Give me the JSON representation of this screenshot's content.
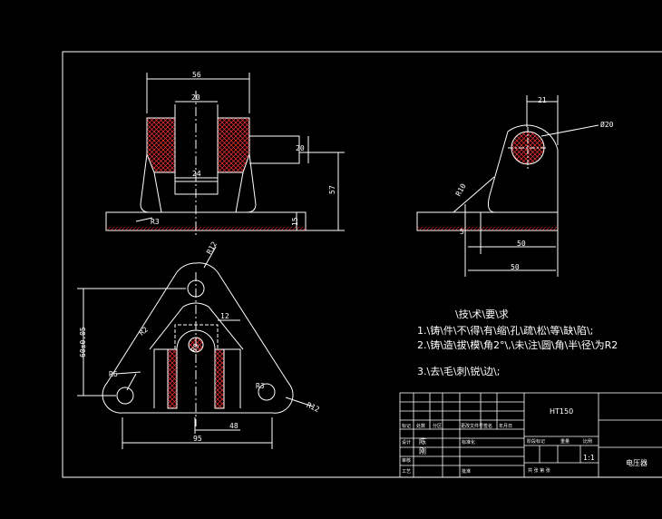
{
  "front_view": {
    "dims": {
      "width_total": "56",
      "slot_top": "20",
      "slot_bottom": "24",
      "boss_height": "20",
      "overall_height": "57",
      "base_thick": "15",
      "fillet": "R3"
    }
  },
  "side_view": {
    "dims": {
      "top_width": "21",
      "hole": "Ø20",
      "fillet": "R10",
      "len_50a": "50",
      "len_50b": "50",
      "small": "5"
    }
  },
  "top_view": {
    "dims": {
      "r12_top": "R12",
      "r12_right": "R12",
      "r6": "R6",
      "r2": "R2",
      "r3": "R3",
      "width_12": "12",
      "width_48": "48",
      "width_95": "95",
      "vertical": "60±0.05",
      "r9": "R9"
    }
  },
  "tech_requirements": {
    "title": "\\技\\术\\要\\求",
    "lines": [
      "1.\\铸\\件\\不\\得\\有\\缩\\孔\\疏\\松\\等\\缺\\陷\\;",
      "2.\\铸\\造\\拔\\模\\角2°\\,\\未\\注\\圆\\角\\半\\径\\为R2",
      "3.\\去\\毛\\刺\\锐\\边\\;"
    ]
  },
  "title_block": {
    "material": "HT150",
    "part_name": "电压器",
    "scale": "1:1",
    "designer": "陈",
    "checker": "刚",
    "labels": {
      "mark": "标记",
      "count": "处数",
      "zone": "分区",
      "doc": "更改文件号",
      "sign": "签名",
      "date": "年月日",
      "design": "设计",
      "std": "标准化",
      "stage": "阶段标记",
      "weight": "重量",
      "ratio": "比例",
      "review": "审核",
      "process": "工艺",
      "approve": "批准",
      "sheet": "共 张 第 张"
    }
  },
  "colors": {
    "line": "#ffffff",
    "hatch": "#ff3333",
    "dim": "#ffffff",
    "bg": "#000000"
  }
}
